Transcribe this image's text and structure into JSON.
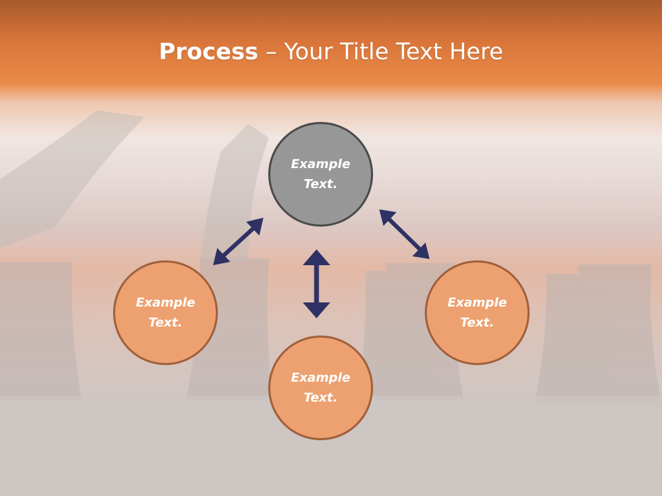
{
  "slide": {
    "title_bold": "Process",
    "title_rest": " – Your Title Text Here"
  },
  "nodes": [
    {
      "line1": "Example",
      "line2": "Text.",
      "fill": "#979797"
    },
    {
      "line1": "Example",
      "line2": "Text.",
      "fill": "#eda171"
    },
    {
      "line1": "Example",
      "line2": "Text.",
      "fill": "#eda171"
    },
    {
      "line1": "Example",
      "line2": "Text.",
      "fill": "#eda171"
    }
  ],
  "colors": {
    "header_orange": "#e98a48",
    "arrow": "#2e3164",
    "circle_border_orange": "#a0603a",
    "circle_border_gray": "#4a4a4a"
  }
}
